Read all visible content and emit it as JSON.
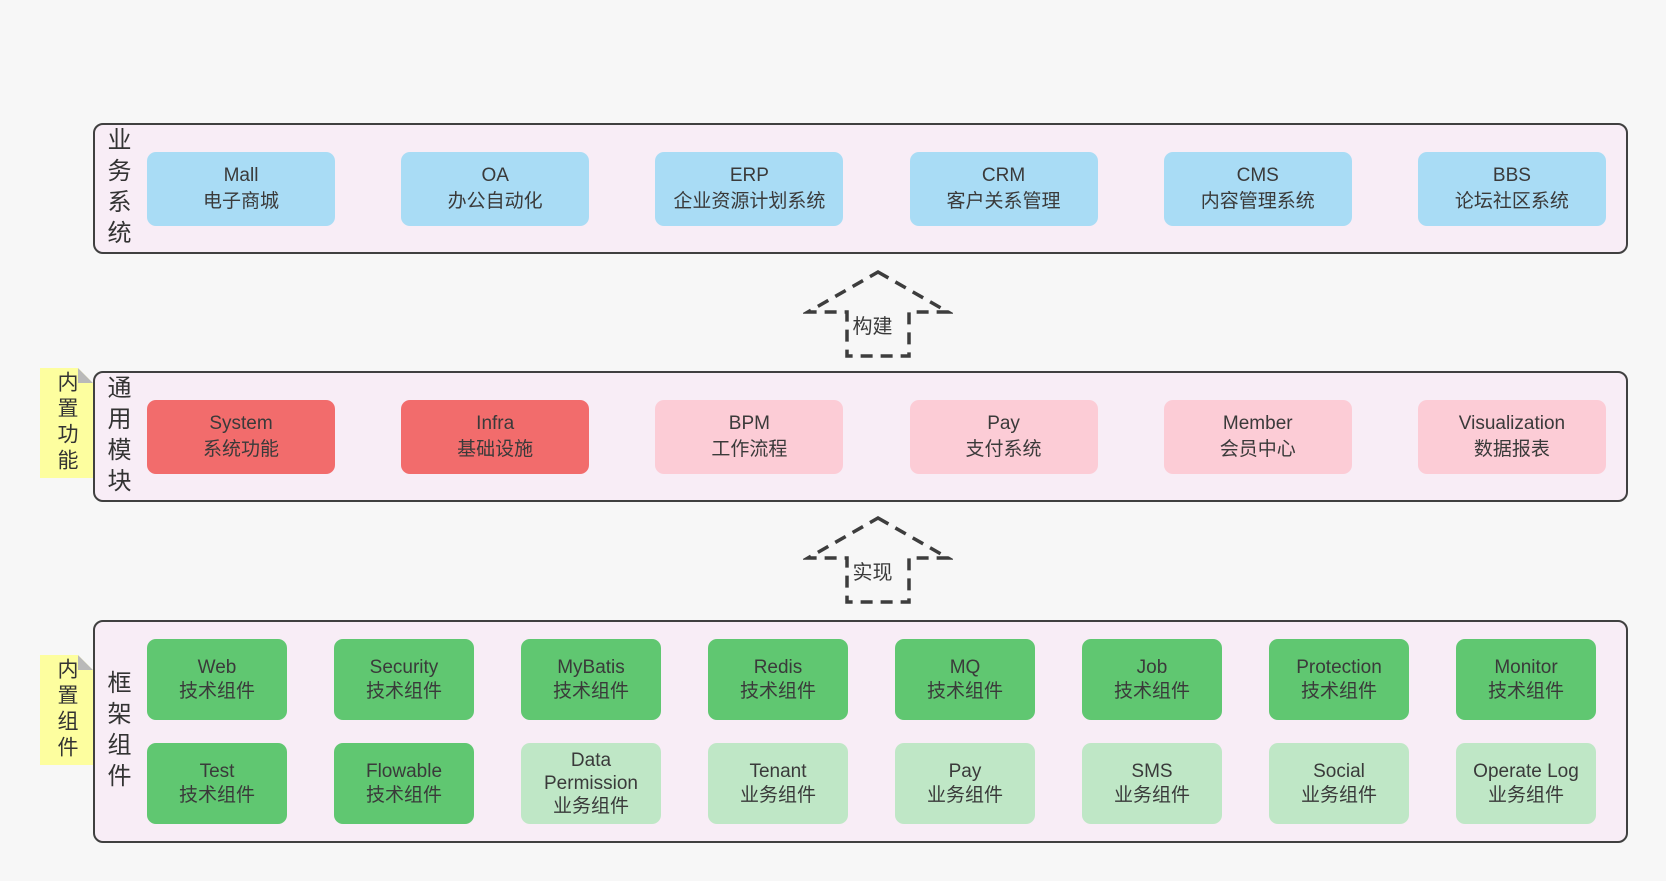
{
  "colors": {
    "page_bg": "#f7f7f7",
    "container_bg": "#f8edf6",
    "container_border": "#404040",
    "blue_box": "#a9dcf5",
    "red_box": "#f26c6c",
    "pink_box": "#fcccd6",
    "green_box": "#60c771",
    "green_light_box": "#bfe7c6",
    "note_bg": "#fdfe9f",
    "note_fold": "#b9b9b9",
    "text": "#3a3a3a"
  },
  "arrows": {
    "build": "构建",
    "implement": "实现"
  },
  "layers": {
    "business": {
      "label": "业务系统",
      "boxes": [
        {
          "title": "Mall",
          "subtitle": "电子商城"
        },
        {
          "title": "OA",
          "subtitle": "办公自动化"
        },
        {
          "title": "ERP",
          "subtitle": "企业资源计划系统"
        },
        {
          "title": "CRM",
          "subtitle": "客户关系管理"
        },
        {
          "title": "CMS",
          "subtitle": "内容管理系统"
        },
        {
          "title": "BBS",
          "subtitle": "论坛社区系统"
        }
      ]
    },
    "common": {
      "label": "通用模块",
      "note": "内置功能",
      "boxes": [
        {
          "title": "System",
          "subtitle": "系统功能"
        },
        {
          "title": "Infra",
          "subtitle": "基础设施"
        },
        {
          "title": "BPM",
          "subtitle": "工作流程"
        },
        {
          "title": "Pay",
          "subtitle": "支付系统"
        },
        {
          "title": "Member",
          "subtitle": "会员中心"
        },
        {
          "title": "Visualization",
          "subtitle": "数据报表"
        }
      ]
    },
    "framework": {
      "label": "框架组件",
      "note": "内置组件",
      "row1": [
        {
          "title": "Web",
          "subtitle": "技术组件"
        },
        {
          "title": "Security",
          "subtitle": "技术组件"
        },
        {
          "title": "MyBatis",
          "subtitle": "技术组件"
        },
        {
          "title": "Redis",
          "subtitle": "技术组件"
        },
        {
          "title": "MQ",
          "subtitle": "技术组件"
        },
        {
          "title": "Job",
          "subtitle": "技术组件"
        },
        {
          "title": "Protection",
          "subtitle": "技术组件"
        },
        {
          "title": "Monitor",
          "subtitle": "技术组件"
        }
      ],
      "row2": [
        {
          "title": "Test",
          "subtitle": "技术组件"
        },
        {
          "title": "Flowable",
          "subtitle": "技术组件"
        },
        {
          "title": "Data Permission",
          "subtitle": "业务组件"
        },
        {
          "title": "Tenant",
          "subtitle": "业务组件"
        },
        {
          "title": "Pay",
          "subtitle": "业务组件"
        },
        {
          "title": "SMS",
          "subtitle": "业务组件"
        },
        {
          "title": "Social",
          "subtitle": "业务组件"
        },
        {
          "title": "Operate Log",
          "subtitle": "业务组件"
        }
      ]
    }
  }
}
